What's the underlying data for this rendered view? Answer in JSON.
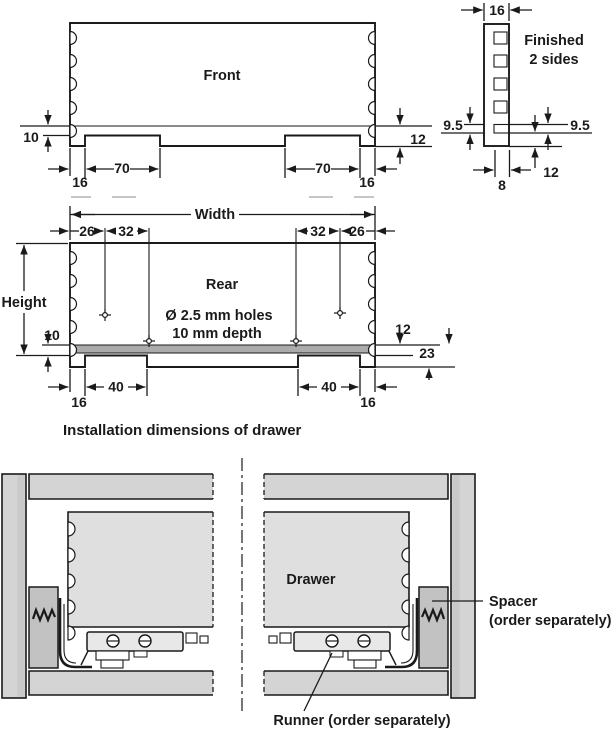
{
  "front_view": {
    "label": "Front",
    "dim_panel_thickness": "10",
    "dim_right_bottom": "12",
    "dim_notch_left": "70",
    "dim_notch_right": "70",
    "dim_foot_left": "16",
    "dim_foot_right": "16"
  },
  "side_view": {
    "dim_thickness_top": "16",
    "note_line1": "Finished",
    "note_line2": "2 sides",
    "dim_groove_left": "9.5",
    "dim_groove_right": "9.5",
    "dim_bottom_offset": "12",
    "dim_groove_depth": "8"
  },
  "rear_view": {
    "label": "Rear",
    "width_label": "Width",
    "height_label": "Height",
    "holes_note_line1": "Ø 2.5 mm holes",
    "holes_note_line2": "10 mm depth",
    "dim_hole_offset_left": "26",
    "dim_hole_spacing_left": "32",
    "dim_hole_spacing_right": "32",
    "dim_hole_offset_right": "26",
    "dim_panel_thickness": "10",
    "dim_right_upper": "12",
    "dim_right_lower": "23",
    "dim_notch_left": "40",
    "dim_notch_right": "40",
    "dim_foot_left": "16",
    "dim_foot_right": "16"
  },
  "caption": "Installation dimensions of drawer",
  "installation_view": {
    "drawer_label": "Drawer",
    "spacer_label_line1": "Spacer",
    "spacer_label_line2": "(order separately)",
    "runner_label": "Runner (order separately)"
  },
  "colors": {
    "line": "#1a1a1a",
    "cabinet_panel_gray": "#d4d4d4",
    "cabinet_panel_shade": "#c9c9c9",
    "drawer_gray": "#dfdfdf",
    "spacer_gray": "#c2c2c2",
    "runner_gray": "#e8e8e8",
    "rear_bottom_band_gray": "#ababab",
    "background": "#ffffff"
  }
}
